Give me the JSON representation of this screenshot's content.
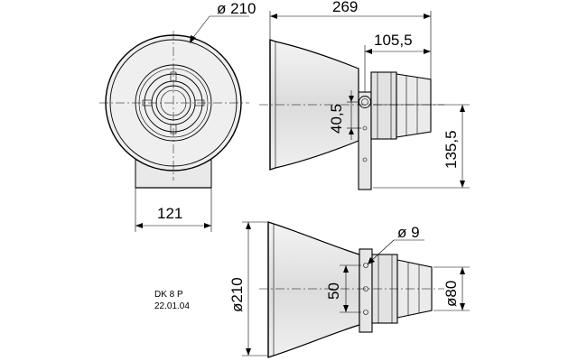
{
  "dimensions": {
    "front_diameter": "ø 210",
    "front_base_width": "121",
    "side_length": "269",
    "side_rear_length": "105,5",
    "side_bracket_offset": "40,5",
    "side_height": "135,5",
    "top_hole_diameter": "ø 9",
    "top_hole_spacing": "50",
    "top_mouth_diameter": "ø210",
    "top_rear_diameter": "ø80"
  },
  "note": {
    "model": "DK 8 P",
    "date": "22.01.04"
  }
}
